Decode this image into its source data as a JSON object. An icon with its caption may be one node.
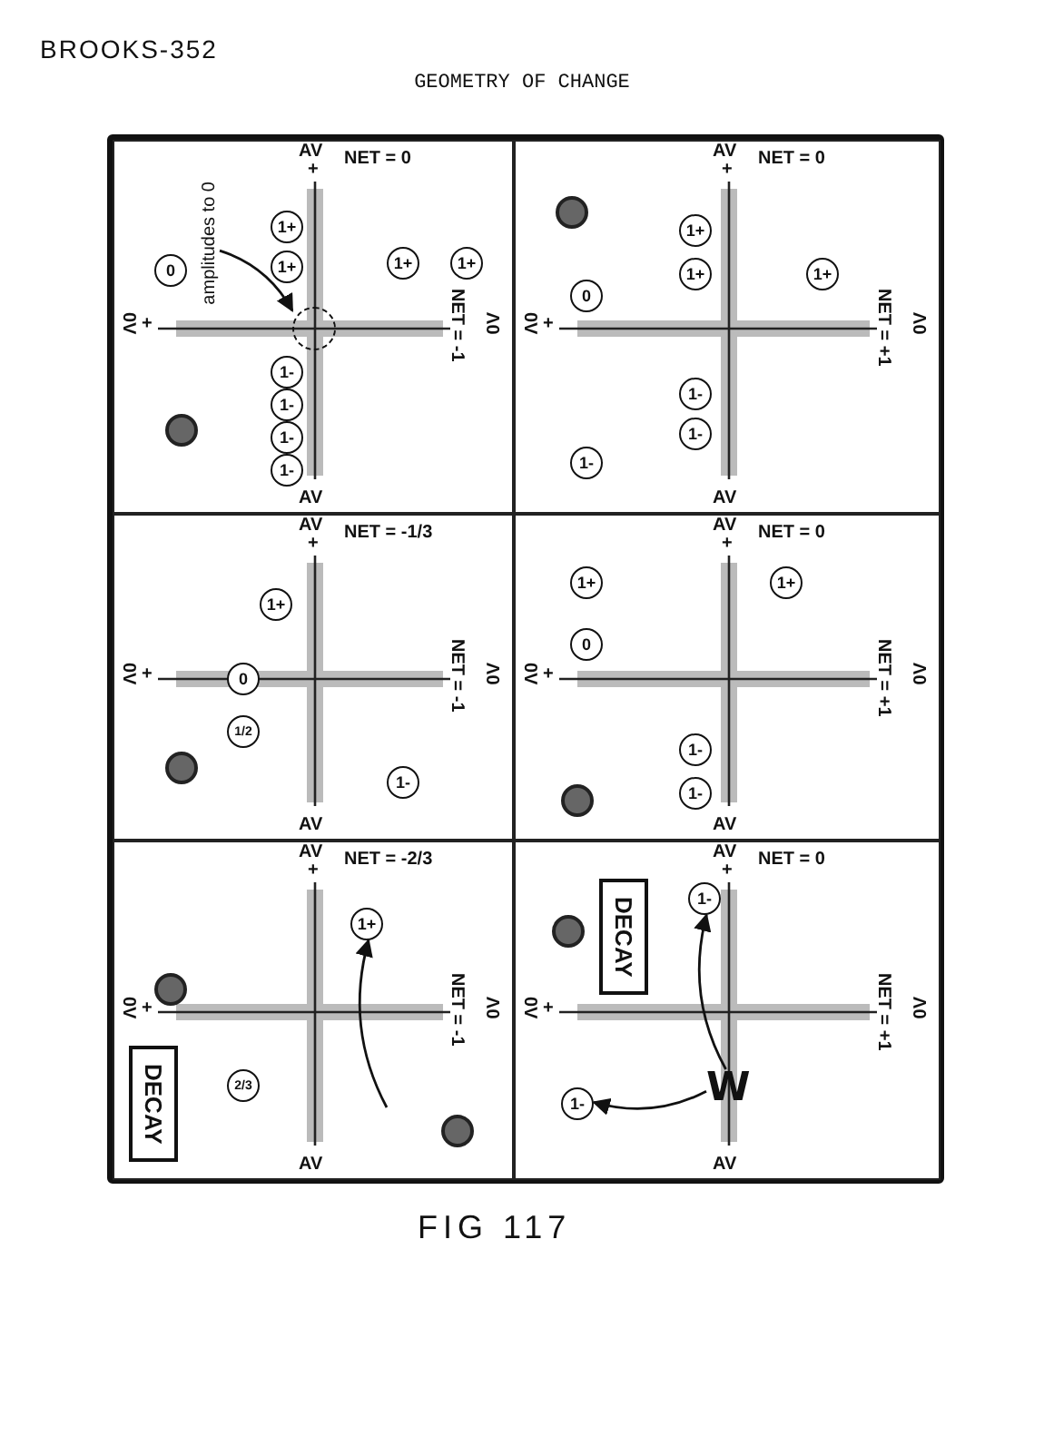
{
  "diagram": {
    "title": "GEOMETRY OF CHANGE",
    "caption": "FIG 117",
    "nodes": [
      {
        "text": [
          "NET = 0",
          "NET = -1"
        ]
      },
      {
        "text": [
          "NET = 0",
          "NET = +1"
        ]
      },
      {
        "text": [
          "NET = -1/3",
          "NET = -1"
        ]
      },
      {
        "text": [
          "NET = 0",
          "NET = +1"
        ]
      },
      {
        "text": [
          "NET = -2/3",
          "NET = -1"
        ]
      },
      {
        "text": [
          "NET = 0",
          "NET = +1"
        ]
      },
      {
        "text": [
          "amplitudes to 0"
        ],
        "in": 0
      },
      {
        "text": [],
        "shape": "circle",
        "in": 0
      },
      {
        "text": [
          "0"
        ],
        "in": 0
      },
      {
        "text": [
          "1+"
        ],
        "in": 0
      },
      {
        "text": [
          "1+"
        ],
        "in": 0
      },
      {
        "text": [
          "1+"
        ],
        "in": 0
      },
      {
        "text": [
          "1+"
        ],
        "in": 0
      },
      {
        "text": [
          "1-"
        ],
        "in": 0
      },
      {
        "text": [
          "1-"
        ],
        "in": 0
      },
      {
        "text": [
          "1-"
        ],
        "in": 0
      },
      {
        "text": [
          "1-"
        ],
        "in": 0
      },
      {
        "text": [],
        "shape": "circle",
        "in": 0
      },
      {
        "text": [],
        "shape": "circle",
        "in": 1
      },
      {
        "text": [
          "1+"
        ],
        "in": 1
      },
      {
        "text": [
          "1+"
        ],
        "in": 1
      },
      {
        "text": [
          "1+"
        ],
        "in": 1
      },
      {
        "text": [
          "0"
        ],
        "in": 1
      },
      {
        "text": [
          "1-"
        ],
        "in": 1
      },
      {
        "text": [
          "1-"
        ],
        "in": 1
      },
      {
        "text": [
          "1-"
        ],
        "in": 1
      },
      {
        "text": [
          "1+"
        ],
        "in": 2
      },
      {
        "text": [
          "0"
        ],
        "in": 2
      },
      {
        "text": [
          "1/2"
        ],
        "in": 2
      },
      {
        "text": [],
        "shape": "circle",
        "in": 2
      },
      {
        "text": [
          "1-"
        ],
        "in": 2
      },
      {
        "text": [
          "1+"
        ],
        "in": 3
      },
      {
        "text": [
          "1+"
        ],
        "in": 3
      },
      {
        "text": [
          "0"
        ],
        "in": 3
      },
      {
        "text": [
          "1-"
        ],
        "in": 3
      },
      {
        "text": [
          "1-"
        ],
        "in": 3
      },
      {
        "text": [],
        "shape": "circle",
        "in": 3
      },
      {
        "text": [],
        "shape": "circle",
        "in": 4
      },
      {
        "text": [
          "1+"
        ],
        "in": 4
      },
      {
        "text": [
          "DECAY"
        ],
        "in": 4
      },
      {
        "text": [
          "2/3"
        ],
        "in": 4
      },
      {
        "text": [],
        "shape": "circle",
        "in": 4
      },
      {
        "text": [],
        "shape": "circle",
        "in": 5
      },
      {
        "text": [
          "DECAY"
        ],
        "in": 5
      },
      {
        "text": [
          "1-"
        ],
        "in": 5
      },
      {
        "text": [
          "1-"
        ],
        "in": 5
      },
      {
        "text": [
          "W"
        ],
        "in": 5
      }
    ],
    "edges": [
      {
        "from": 6,
        "to": 7,
        "arrow": "to"
      },
      {
        "from": null,
        "to": 38,
        "arrow": "to"
      },
      {
        "from": 46,
        "to": 44,
        "arrow": "to"
      },
      {
        "from": 46,
        "to": 45,
        "arrow": "to"
      }
    ],
    "labels": [
      "BROOKS-352",
      "AV",
      "+",
      "0V",
      "+",
      "0V",
      "AV",
      "AV",
      "+",
      "0V",
      "+",
      "0V",
      "AV",
      "AV",
      "+",
      "0V",
      "+",
      "0V",
      "AV",
      "AV",
      "+",
      "0V",
      "+",
      "0V",
      "AV",
      "AV",
      "+",
      "0V",
      "+",
      "0V",
      "AV",
      "AV",
      "+",
      "0V",
      "+",
      "0V",
      "AV"
    ]
  }
}
